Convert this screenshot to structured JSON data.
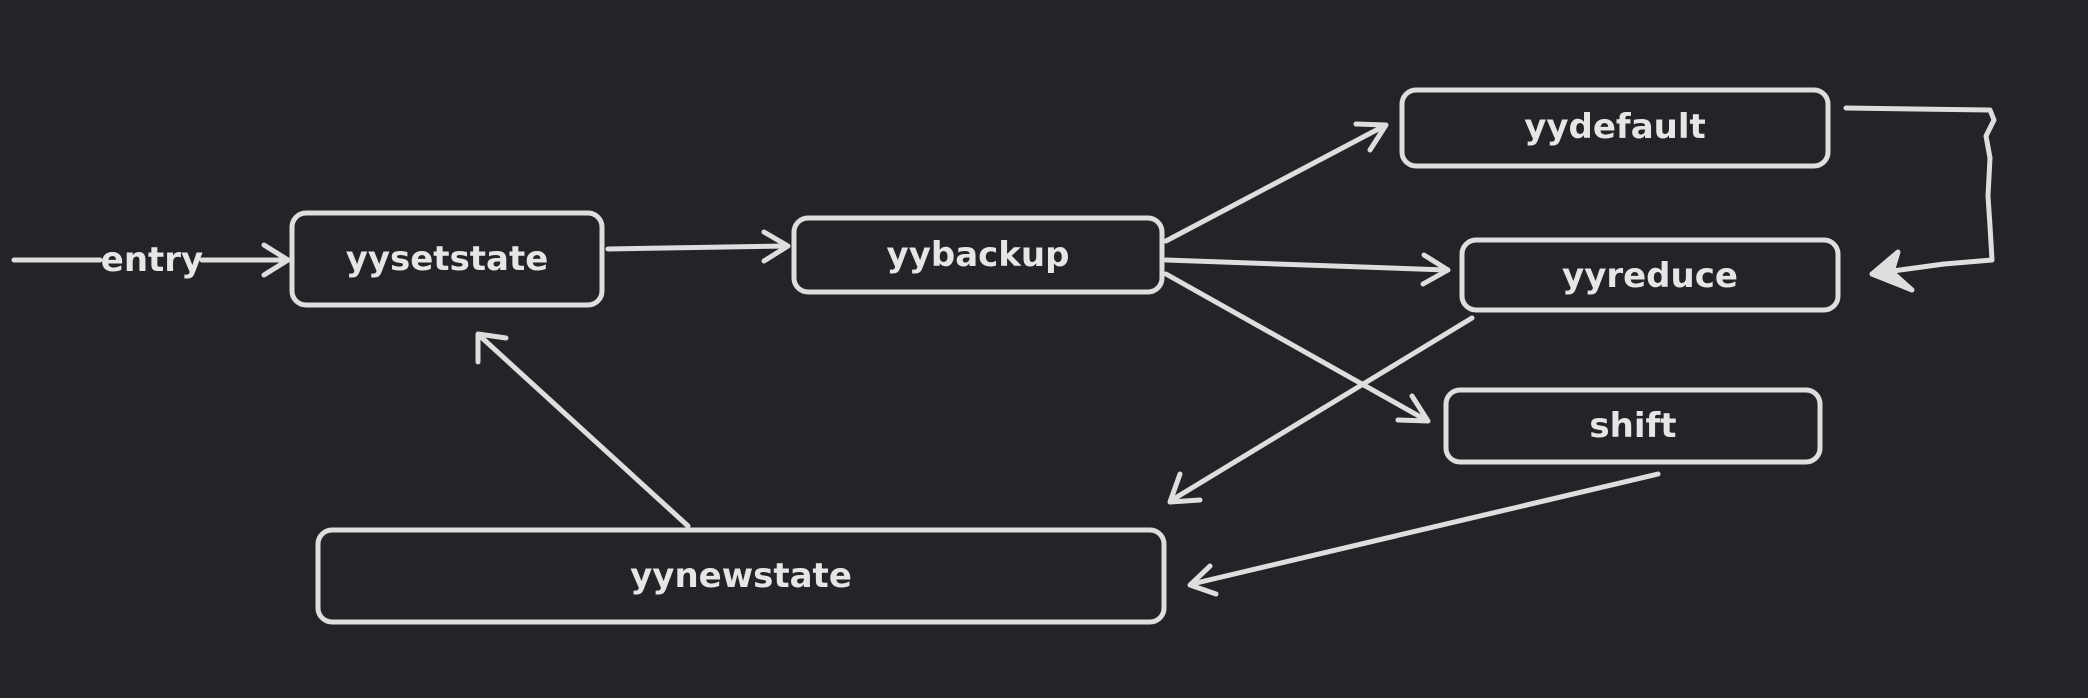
{
  "diagram": {
    "entry_label": "entry",
    "nodes": {
      "yysetstate": "yysetstate",
      "yybackup": "yybackup",
      "yydefault": "yydefault",
      "yyreduce": "yyreduce",
      "shift": "shift",
      "yynewstate": "yynewstate"
    },
    "colors": {
      "background": "#222428",
      "stroke": "#dedede",
      "text": "#e6e6e6"
    }
  }
}
